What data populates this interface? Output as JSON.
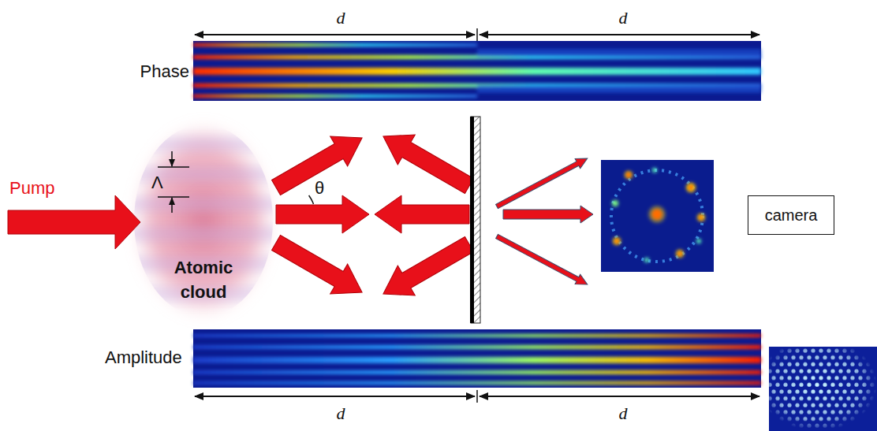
{
  "diagram": {
    "nodes": [
      {
        "text": [
          "Atomic cloud"
        ]
      },
      {
        "text": [
          "camera"
        ]
      }
    ],
    "labels": [
      "d",
      "d",
      "Phase",
      "Pump",
      "Λ",
      "θ",
      "Amplitude",
      "d",
      "d"
    ]
  }
}
